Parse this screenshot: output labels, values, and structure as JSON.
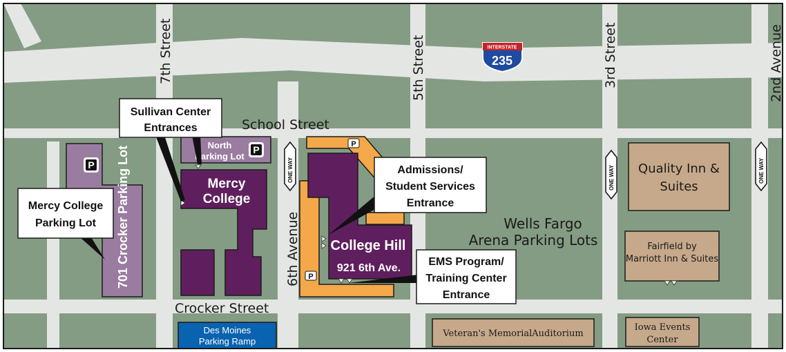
{
  "streets": {
    "seventh": "7th Street",
    "fifth": "5th Street",
    "third": "3rd Street",
    "second": "2nd Avenue",
    "school": "School Street",
    "sixth_ave": "6th Avenue",
    "crocker": "Crocker Street"
  },
  "interstate": {
    "top": "INTERSTATE",
    "number": "235"
  },
  "one_way": "ONE WAY",
  "parking_symbol": "P",
  "buildings": {
    "mercy_line1": "Mercy",
    "mercy_line2": "College",
    "north_lot_line1": "North",
    "north_lot_line2": "Parking Lot",
    "crocker_lot": "701 Crocker Parking Lot",
    "college_hill": "College Hill",
    "college_hill_addr": "921 6th Ave.",
    "quality_inn_line1": "Quality Inn &",
    "quality_inn_line2": "Suites",
    "fairfield_line1": "Fairfield by",
    "fairfield_line2": "Marriott Inn & Suites",
    "veterans": "Veteran's MemorialAuditorium",
    "iowa_events_line1": "Iowa Events",
    "iowa_events_line2": "Center",
    "ramp_line1": "Des Moines",
    "ramp_line2": "Parking Ramp",
    "wells_line1": "Wells Fargo",
    "wells_line2": "Arena Parking Lots"
  },
  "callouts": {
    "sullivan_line1": "Sullivan Center",
    "sullivan_line2": "Entrances",
    "mercy_lot_line1": "Mercy College",
    "mercy_lot_line2": "Parking Lot",
    "admissions_line1": "Admissions/",
    "admissions_line2": "Student Services",
    "admissions_line3": "Entrance",
    "ems_line1": "EMS Program/",
    "ems_line2": "Training Center",
    "ems_line3": "Entrance"
  },
  "colors": {
    "grass": "#849c83",
    "road": "#e4e6e4",
    "mercy_purple": "#5f1f5e",
    "lilac": "#9a7ca0",
    "orange": "#f4a84a",
    "tan": "#c6a98a",
    "ramp_blue": "#0a63b0",
    "border": "#1a1a1a"
  }
}
